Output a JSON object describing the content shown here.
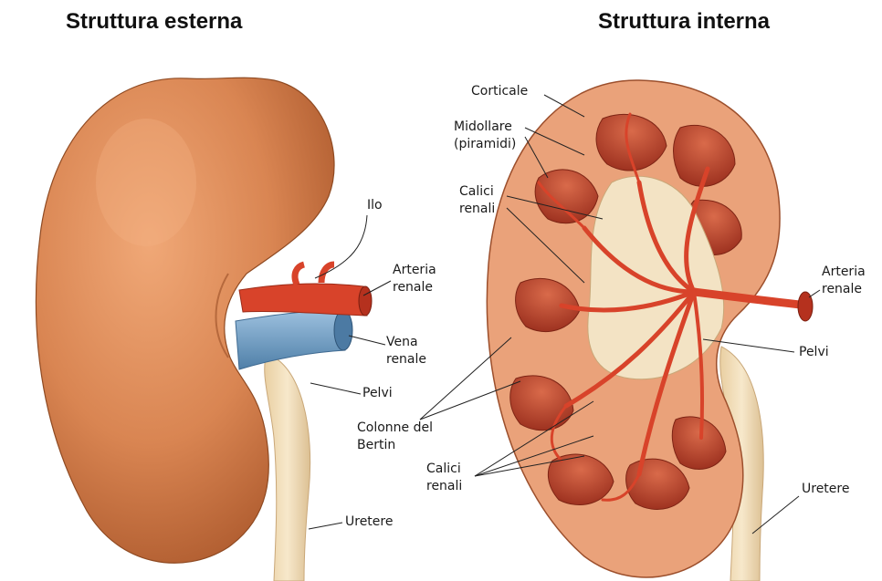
{
  "titles": {
    "left": "Struttura esterna",
    "right": "Struttura interna"
  },
  "labels_external": {
    "ilo": "Ilo",
    "arteria": [
      "Arteria",
      "renale"
    ],
    "vena": [
      "Vena",
      "renale"
    ],
    "pelvi": "Pelvi",
    "uretere": "Uretere"
  },
  "labels_internal": {
    "corticale": "Corticale",
    "midollare": [
      "Midollare",
      "(piramidi)"
    ],
    "calici_top": [
      "Calici",
      "renali"
    ],
    "arteria": [
      "Arteria",
      "renale"
    ],
    "pelvi": "Pelvi",
    "colonne": [
      "Colonne del",
      "Bertin"
    ],
    "calici_bottom": [
      "Calici",
      "renali"
    ],
    "uretere": "Uretere"
  },
  "colors": {
    "kidney_surface": "#d98552",
    "kidney_shadow": "#b4602e",
    "artery": "#d8432a",
    "vein": "#6f9dc4",
    "ureter": "#f1dcb4",
    "cortex": "#eaa27a",
    "pyramid": "#c0452c",
    "sinus": "#f3e3c4"
  }
}
